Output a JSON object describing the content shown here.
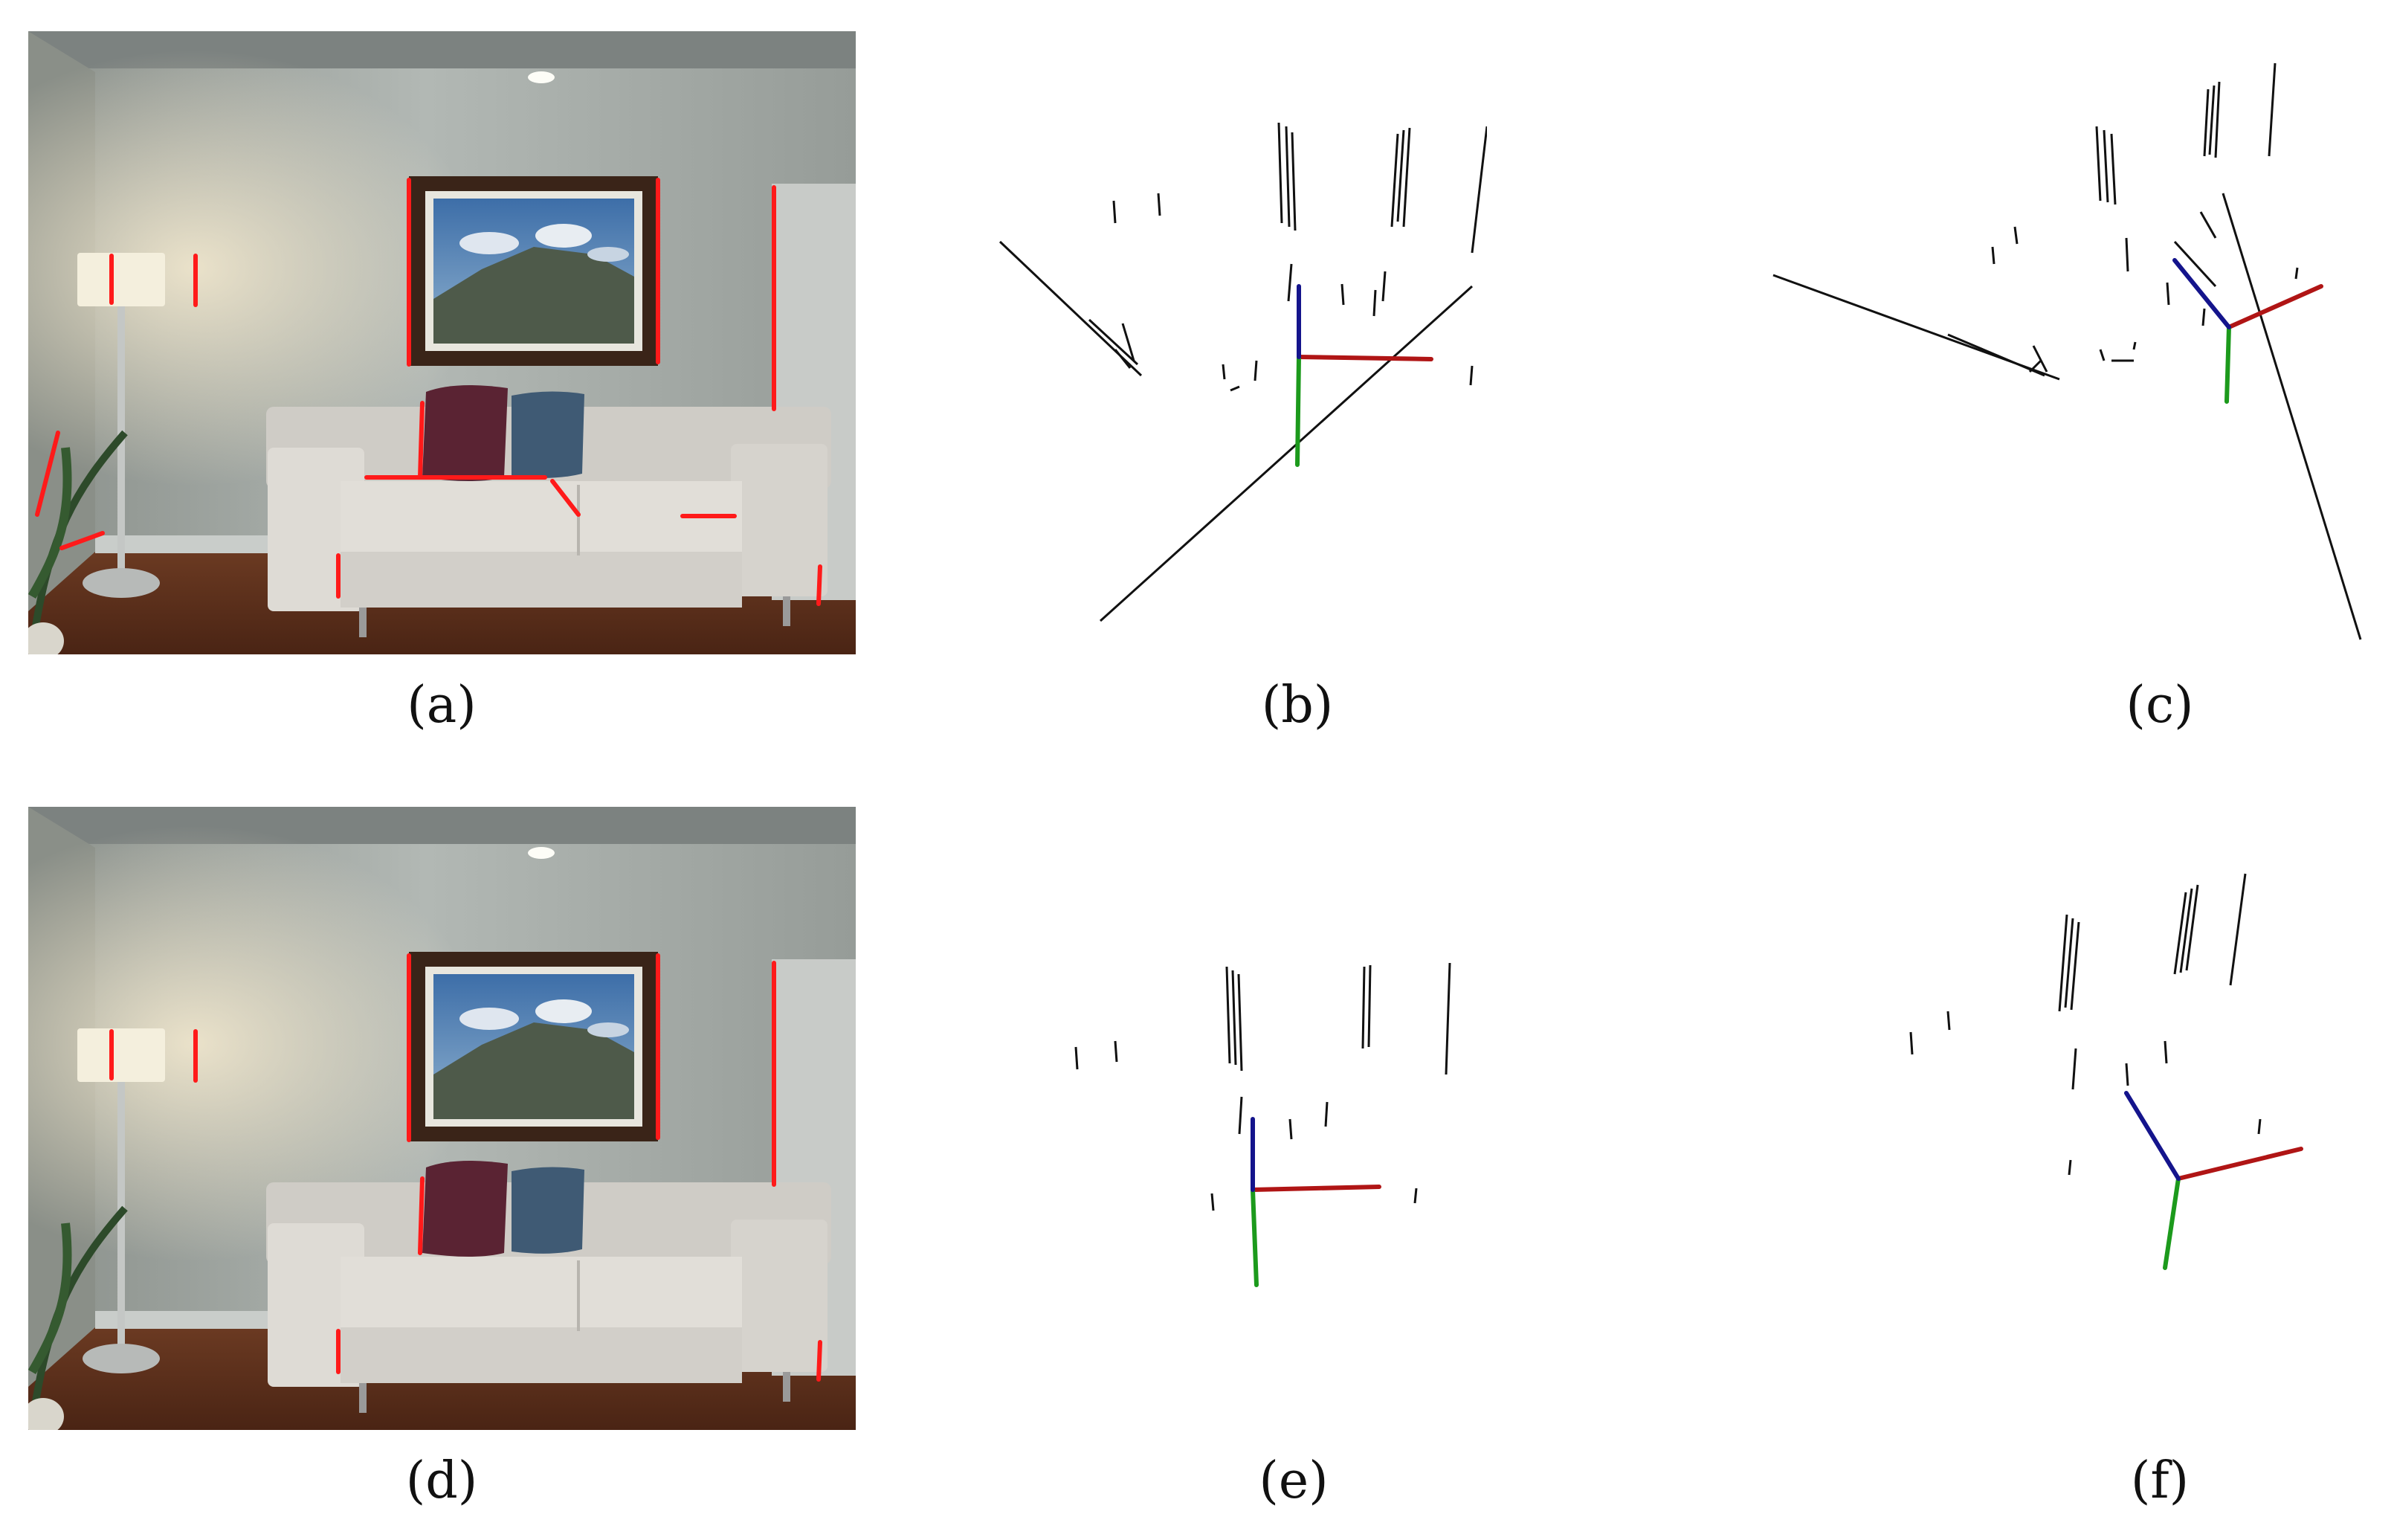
{
  "figure": {
    "captions": {
      "a": "(a)",
      "b": "(b)",
      "c": "(c)",
      "d": "(d)",
      "e": "(e)",
      "f": "(f)"
    }
  },
  "colors": {
    "line_highlight": "#ff1a1a",
    "axis_x": "#b01515",
    "axis_y": "#1c9a1c",
    "axis_z": "#14148c",
    "segment": "#111111"
  }
}
